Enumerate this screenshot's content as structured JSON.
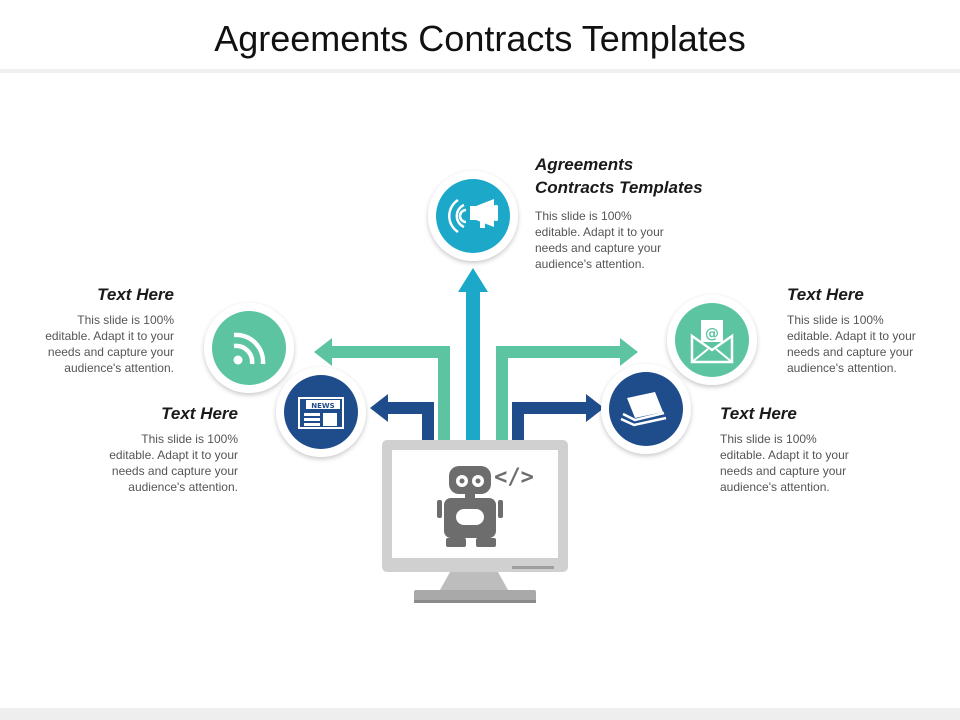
{
  "title": "Agreements Contracts Templates",
  "nodes": {
    "top": {
      "heading_line1": "Agreements",
      "heading_line2": "Contracts Templates",
      "body_lines": [
        "This slide is 100%",
        "editable. Adapt it to your",
        "needs and capture your",
        "audience's attention."
      ],
      "icon": "megaphone-icon",
      "color": "#1ba8c9"
    },
    "upper_left": {
      "heading": "Text Here",
      "body_lines": [
        "This slide is 100%",
        "editable. Adapt it to your",
        "needs and capture your",
        "audience's attention."
      ],
      "icon": "rss-icon",
      "color": "#5cc4a1"
    },
    "lower_left": {
      "heading": "Text Here",
      "body_lines": [
        "This slide is 100%",
        "editable. Adapt it to your",
        "needs and capture your",
        "audience's attention."
      ],
      "icon": "newspaper-icon",
      "icon_label": "NEWS",
      "color": "#1f4d8c"
    },
    "upper_right": {
      "heading": "Text Here",
      "body_lines": [
        "This slide is 100%",
        "editable. Adapt it to your",
        "needs and capture your",
        "audience's attention."
      ],
      "icon": "email-icon",
      "color": "#5cc4a1"
    },
    "lower_right": {
      "heading": "Text Here",
      "body_lines": [
        "This slide is 100%",
        "editable. Adapt it to your",
        "needs and capture your",
        "audience's attention."
      ],
      "icon": "documents-icon",
      "color": "#1f4d8c"
    }
  },
  "center": {
    "icon": "robot-monitor-icon",
    "code_glyph": "</>"
  }
}
